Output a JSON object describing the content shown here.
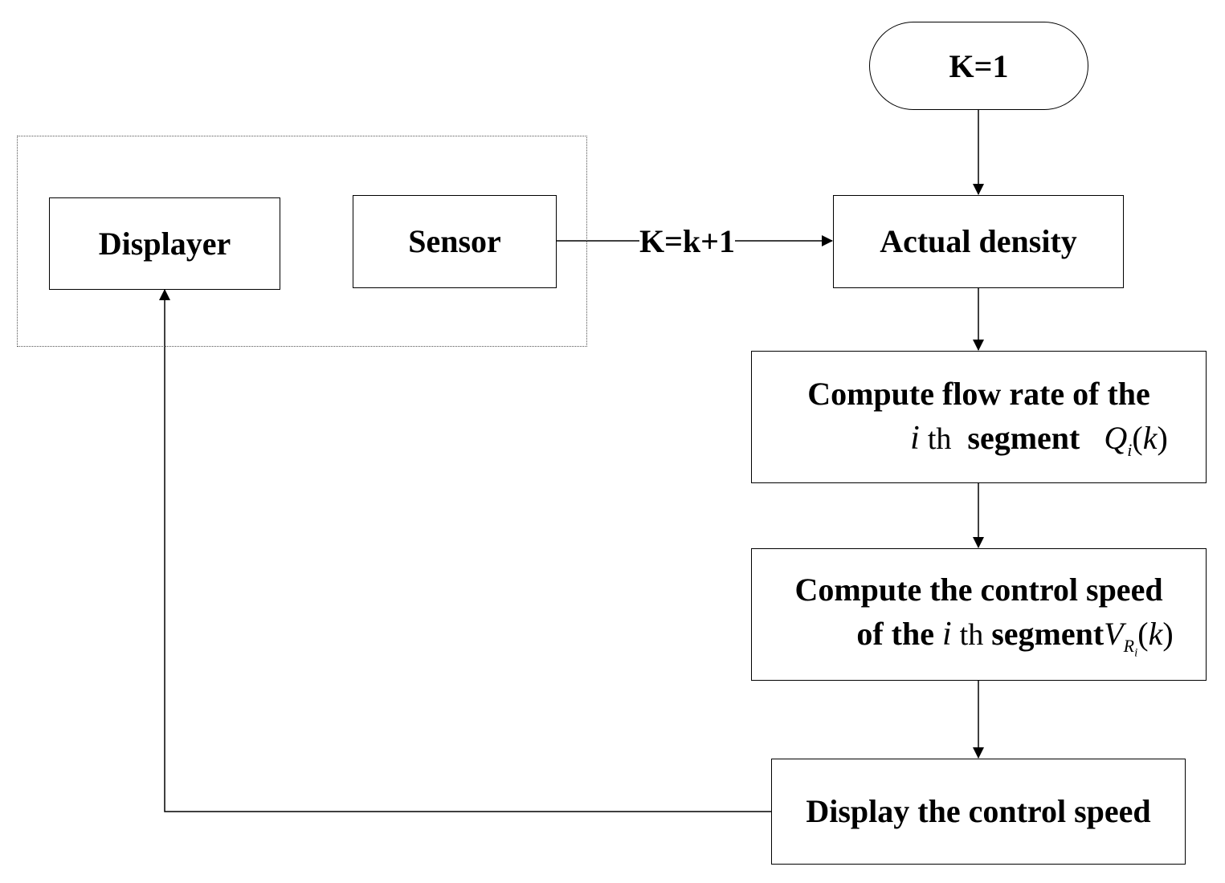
{
  "nodes": {
    "start": {
      "label": "K=1"
    },
    "actual_density": {
      "label": "Actual density"
    },
    "compute_flow": {
      "line1": "Compute flow rate of the",
      "var_i": "i",
      "ordinal": "th",
      "segment": "segment",
      "var_Q": "Q",
      "sub_i": "i",
      "arg": "k"
    },
    "compute_speed": {
      "line1": "Compute the control speed",
      "of_the": "of the",
      "var_i": "i",
      "ordinal": "th",
      "segment": "segment",
      "var_V": "V",
      "sub_R": "R",
      "sub_i": "i",
      "arg": "k"
    },
    "display_speed": {
      "label": "Display the control speed"
    },
    "displayer": {
      "label": "Displayer"
    },
    "sensor": {
      "label": "Sensor"
    }
  },
  "edges": {
    "loop_label": "K=k+1"
  }
}
